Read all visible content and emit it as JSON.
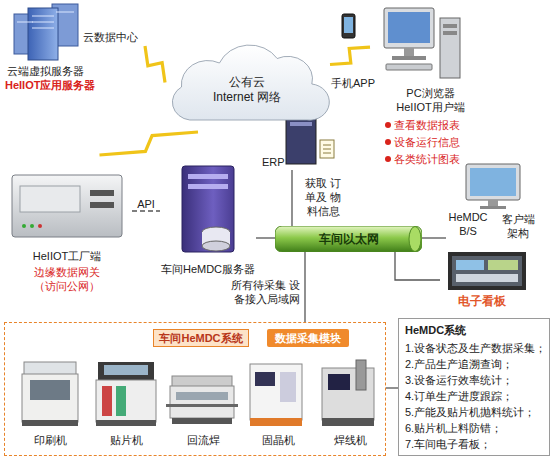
{
  "diagram": {
    "nodes": [
      {
        "text": [
          "云数据中心",
          "云端虚拟服务器",
          "HeIIOT应用服务器"
        ]
      },
      {
        "text": [
          "公有云 Internet 网络"
        ]
      },
      {
        "text": [
          "手机APP"
        ]
      },
      {
        "text": [
          "PC浏览器 HeIIOT用户端",
          "查看数据报表",
          "设备运行信息",
          "各类统计图表"
        ]
      },
      {
        "text": [
          "ERP"
        ]
      },
      {
        "text": [
          "HeIIOT工厂端",
          "边缘数据网关 （访问公网）"
        ]
      },
      {
        "text": [
          "车间HeMDC服务器"
        ]
      },
      {
        "text": [
          "车间以太网"
        ]
      },
      {
        "text": [
          "HeMDC B/S",
          "客户端 架构"
        ]
      },
      {
        "text": [
          "电子看板"
        ]
      },
      {
        "text": [
          "车间HeMDC系统",
          "数据采集模块"
        ]
      },
      {
        "text": [
          "印刷机"
        ],
        "in": 10
      },
      {
        "text": [
          "贴片机"
        ],
        "in": 10
      },
      {
        "text": [
          "回流焊"
        ],
        "in": 10
      },
      {
        "text": [
          "固晶机"
        ],
        "in": 10
      },
      {
        "text": [
          "焊线机"
        ],
        "in": 10
      },
      {
        "text": [
          "HeMDC系统",
          "1.设备状态及生产数据采集；",
          "2.产品生产追溯查询；",
          "3.设备运行效率统计；",
          "4.订单生产进度跟踪；",
          "5.产能及贴片机抛料统计；",
          "6.贴片机上料防错；",
          "7.车间电子看板；"
        ]
      }
    ],
    "edges": [
      {
        "from": 0,
        "to": 1,
        "arrow": "none"
      },
      {
        "from": 3,
        "to": 1,
        "arrow": "none"
      },
      {
        "from": 5,
        "to": 1,
        "arrow": "none"
      },
      {
        "from": 5,
        "to": 6,
        "label": "API",
        "arrow": "none"
      },
      {
        "from": 4,
        "to": 7,
        "label": "获取 订单及 物料信息",
        "arrow": "none"
      },
      {
        "from": 6,
        "to": 7,
        "arrow": "none"
      },
      {
        "from": 7,
        "to": 8,
        "arrow": "none"
      },
      {
        "from": 7,
        "to": 9,
        "arrow": "none"
      },
      {
        "from": 7,
        "to": 10,
        "label": "所有待采集 设备接入局域网",
        "arrow": "none"
      },
      {
        "from": 10,
        "to": 16,
        "arrow": "none"
      }
    ]
  }
}
